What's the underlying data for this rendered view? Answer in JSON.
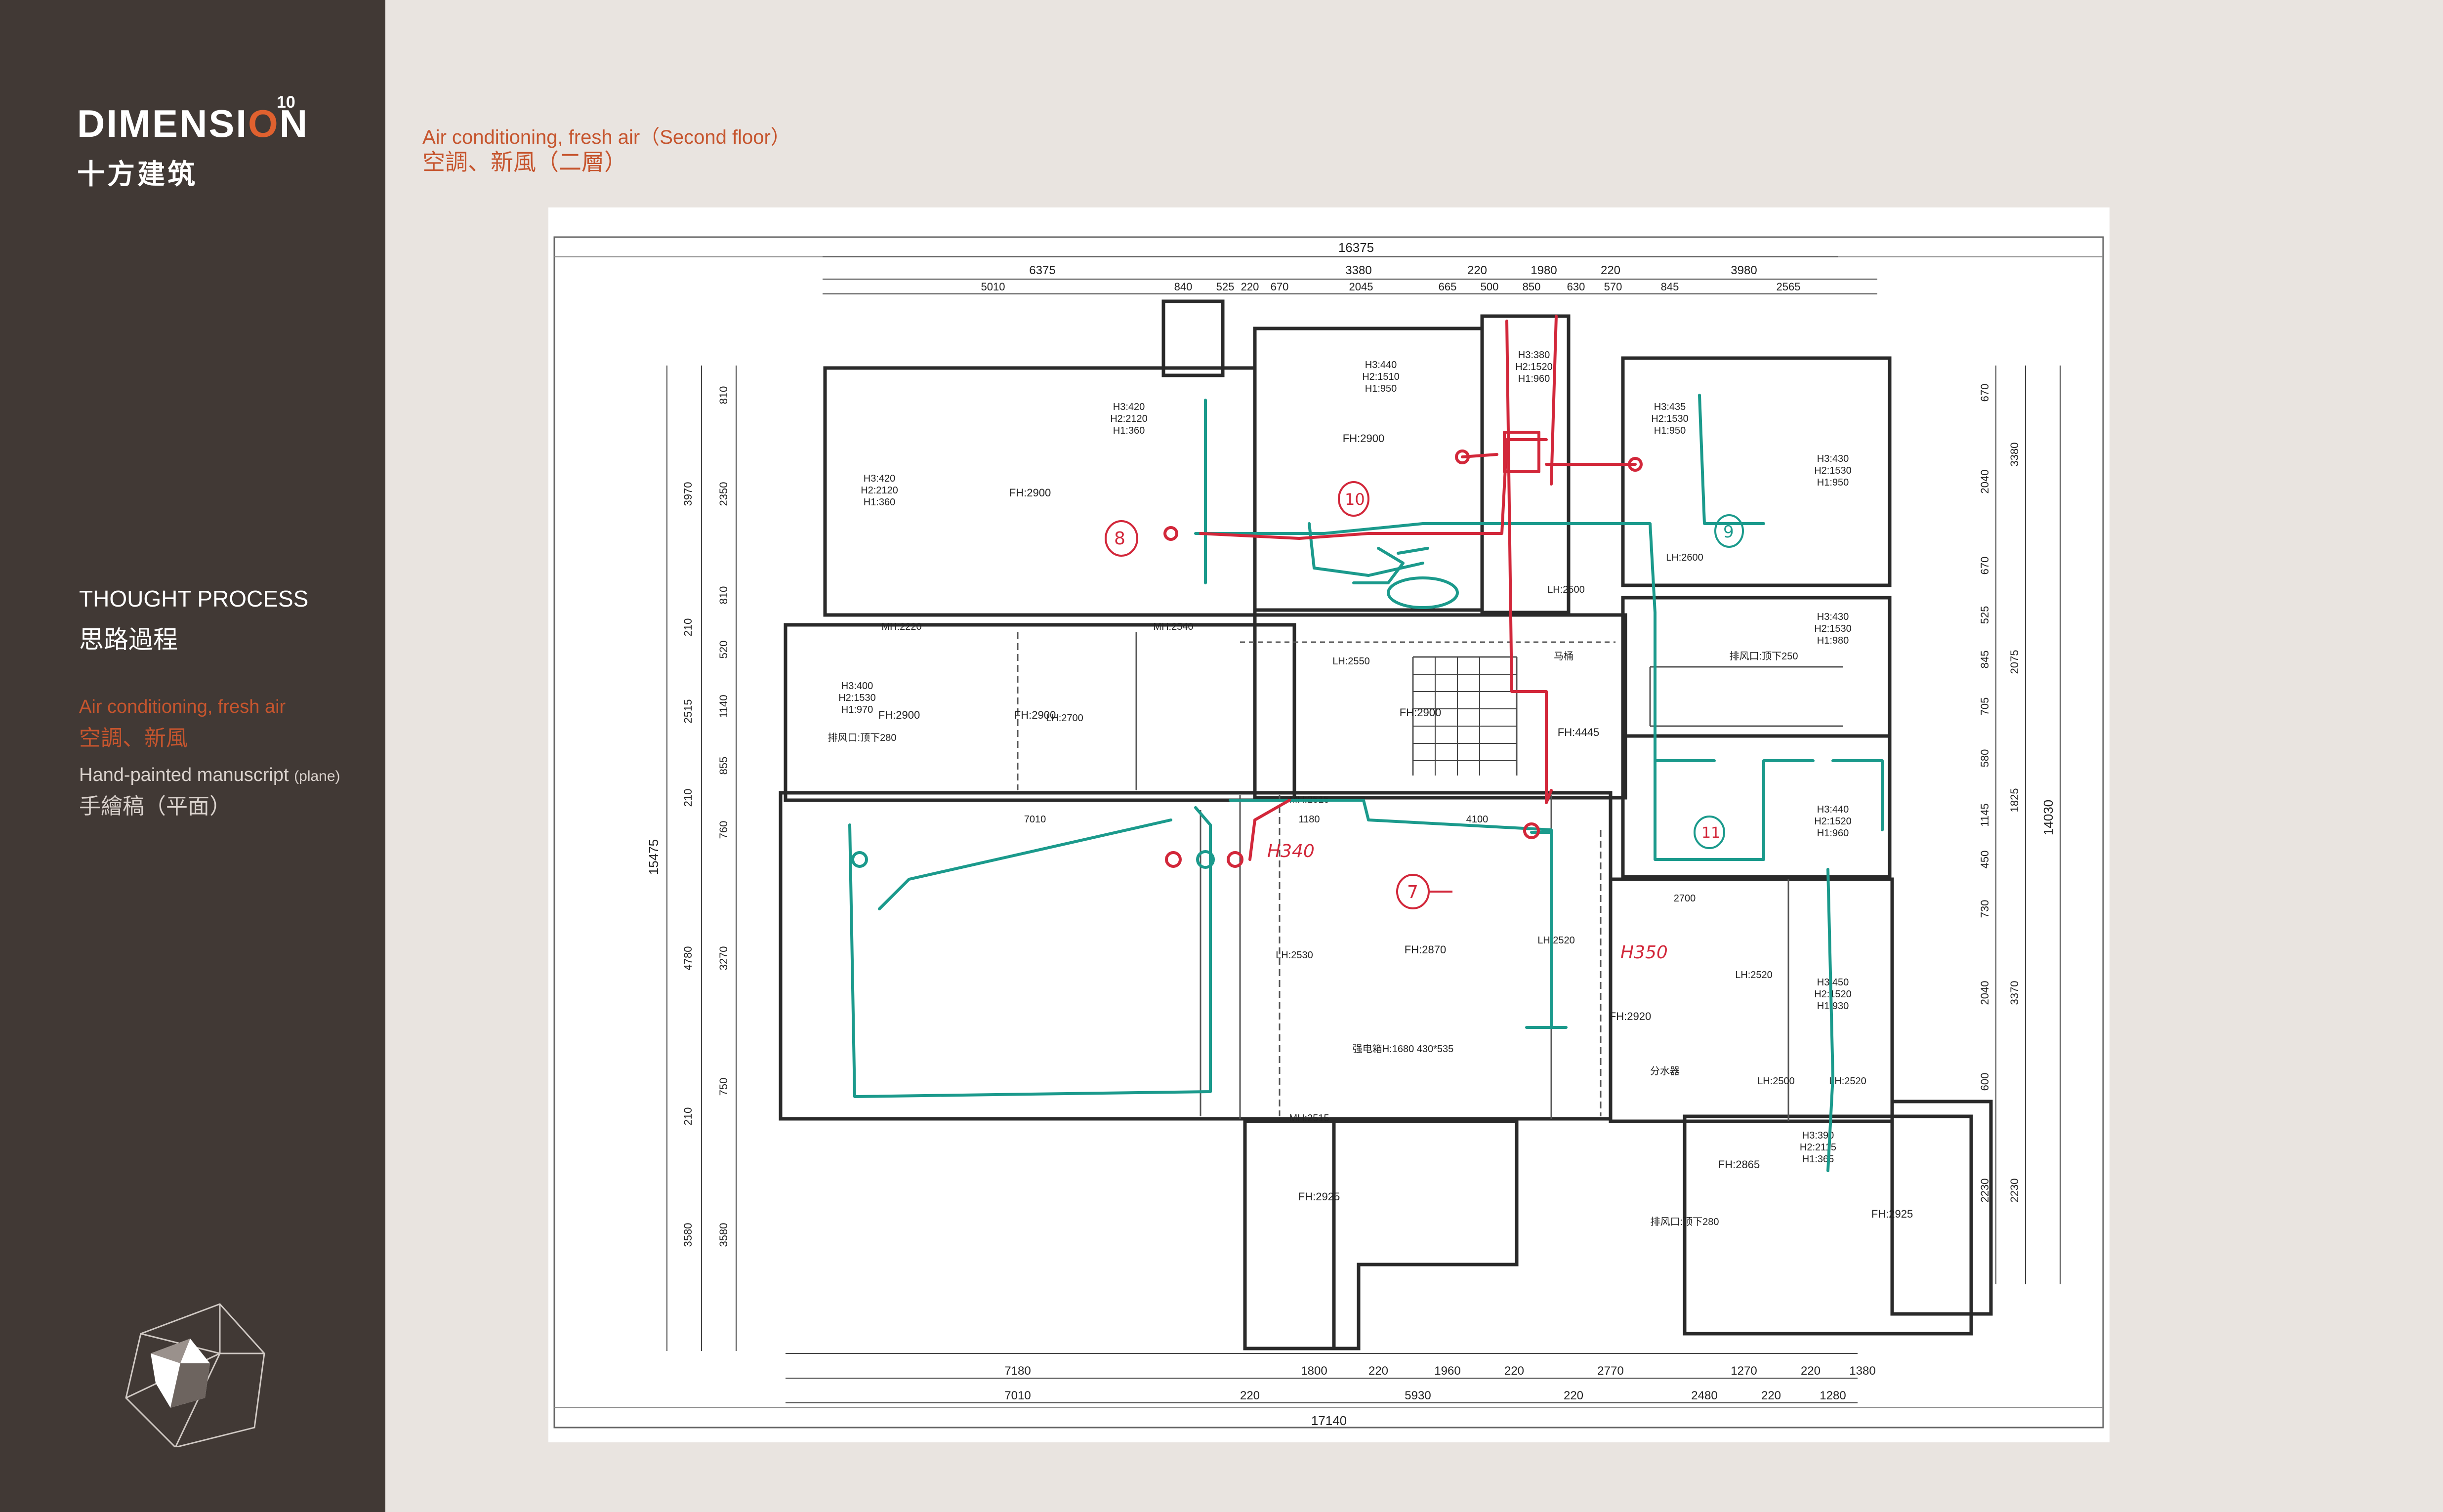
{
  "brand": {
    "name_prefix": "DIMENSI",
    "name_o": "O",
    "name_suffix": "N",
    "superscript": "10",
    "name_cn": "十方建筑"
  },
  "sidebar": {
    "section_title": "THOUGHT PROCESS",
    "section_title_cn": "思路過程",
    "topic_en": "Air conditioning, fresh air",
    "topic_cn": "空調、新風",
    "detail_en": "Hand-painted manuscript",
    "detail_en_small": "(plane)",
    "detail_cn": "手繪稿（平面）"
  },
  "header": {
    "title_en": "Air conditioning, fresh air（Second floor）",
    "title_cn": "空調、新風（二層）"
  },
  "colors": {
    "sidebar_bg": "#413935",
    "accent": "#c6552e",
    "page_bg": "#e9e4e0",
    "duct_teal": "#1b9a8c",
    "pipe_red": "#d2273a"
  },
  "plan": {
    "top_dims_1": [
      "16375"
    ],
    "top_dims_2": [
      "6375",
      "3380",
      "220",
      "1980",
      "220",
      "3980"
    ],
    "top_dims_3": [
      "5010",
      "840",
      "525",
      "220",
      "670",
      "2045",
      "665",
      "500",
      "850",
      "630",
      "570",
      "845",
      "2565"
    ],
    "bottom_dims_1": [
      "7180",
      "1800",
      "220",
      "1960",
      "220",
      "2770",
      "1270",
      "220",
      "1380"
    ],
    "bottom_dims_2": [
      "7010",
      "220",
      "5930",
      "220",
      "2480",
      "220",
      "1280"
    ],
    "bottom_total": "17140",
    "left_total": "15475",
    "left_dims_a": [
      "3970",
      "210",
      "2515",
      "210",
      "4780",
      "210",
      "3580"
    ],
    "left_dims_b": [
      "810",
      "2350",
      "810",
      "520",
      "1140",
      "855",
      "760",
      "3270",
      "750",
      "3580"
    ],
    "right_total": "14030",
    "right_dims_a": [
      "3380",
      "2075",
      "1825",
      "3370",
      "2230"
    ],
    "right_dims_b": [
      "670",
      "2040",
      "670",
      "525",
      "845",
      "705",
      "580",
      "1145",
      "450",
      "730",
      "2040",
      "600",
      "2230"
    ],
    "room_labels": [
      "FH:2900",
      "FH:2900",
      "FH:2900",
      "FH:2900",
      "FH:2900",
      "FH:4445",
      "FH:2870",
      "FH:2920",
      "FH:2865",
      "FH:2925",
      "FH:2925"
    ],
    "window_labels": [
      "H3:420 H2:2120 H1:360",
      "H3:420 H2:2120 H1:360",
      "H3:440 H2:1510 H1:950",
      "H3:380 H2:1520 H1:960",
      "H3:435 H2:1530 H1:950",
      "H3:430 H2:1530 H1:950",
      "H3:400 H2:1530 H1:970",
      "H3:430 H2:1530 H1:980",
      "H3:440 H2:1520 H1:960",
      "H3:450 H2:1520 H1:930",
      "H3:390 H2:2115 H1:365"
    ],
    "misc_labels": [
      "MH:2220",
      "MH:2540",
      "MH:2515",
      "MH:2515",
      "LH:2700",
      "LH:2550",
      "LH:2500",
      "LH:2600",
      "LH:2530",
      "LH:2520",
      "LH:2520",
      "LH:2500",
      "LH:2520",
      "排风口:顶下280",
      "排风口:顶下250",
      "排风口:顶下280",
      "马桶",
      "分水器",
      "强电箱H:1680 430*535",
      "7010",
      "4100",
      "1180",
      "2700"
    ],
    "handwritten": [
      "H340",
      "H350",
      "7",
      "8",
      "9",
      "10",
      "11"
    ]
  }
}
